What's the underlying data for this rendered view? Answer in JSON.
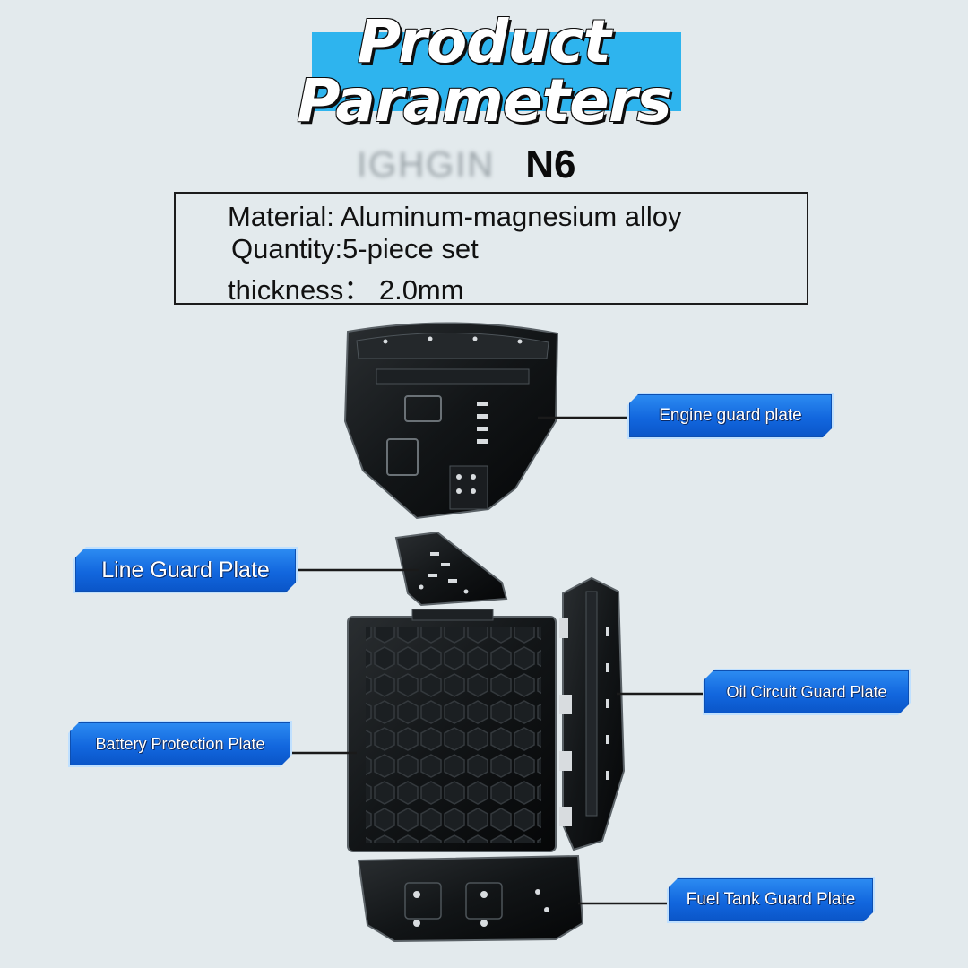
{
  "title": {
    "line1": "Product",
    "line2": "Parameters"
  },
  "brand": {
    "blurred_name": "IGHGIN",
    "model": "N6"
  },
  "parameters": {
    "material": "Material: Aluminum-magnesium alloy",
    "quantity": "Quantity:5-piece set",
    "thickness": "thickness： 2.0mm"
  },
  "parts": {
    "engine": "Engine guard plate",
    "line": "Line Guard Plate",
    "oil": "Oil Circuit Guard Plate",
    "battery": "Battery Protection Plate",
    "fuel": "Fuel Tank Guard Plate"
  },
  "colors": {
    "background": "#e3eaed",
    "title_accent": "#2eb4ee",
    "label_blue": "#1267de",
    "plate_black": "#111416"
  }
}
